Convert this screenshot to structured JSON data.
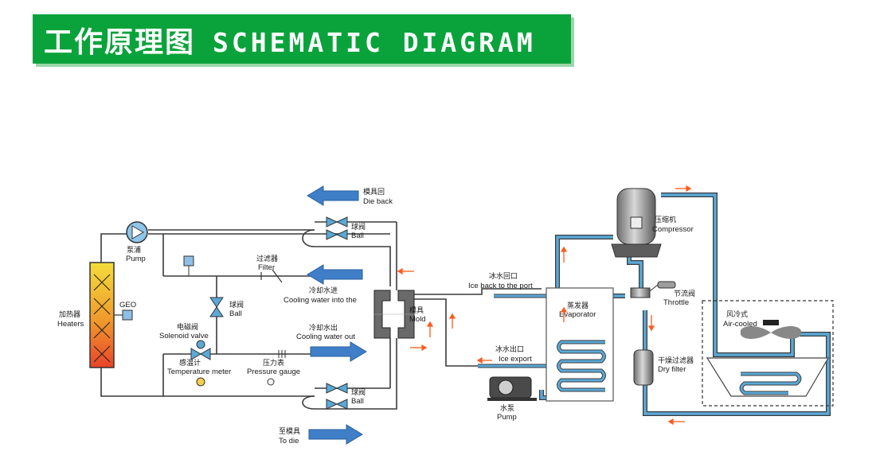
{
  "header": {
    "title_cn": "工作原理图",
    "title_en": "SCHEMATIC DIAGRAM"
  },
  "colors": {
    "banner": "#0aa33b",
    "water_arrow": "#3f7fc8",
    "refrigerant_pipe": "#5aa9d8",
    "flow_marker": "#ff5a1e",
    "heater_top": "#f2dc3a",
    "heater_bottom": "#e8432a"
  },
  "labels": {
    "die_back_cn": "模具回",
    "die_back_en": "Die back",
    "pump_cn": "泵浦",
    "pump_en": "Pump",
    "filter_cn": "过滤器",
    "filter_en": "Filter",
    "cooling_in_cn": "冷却水进",
    "cooling_in_en": "Cooling water into the",
    "ball_cn": "球阀",
    "ball_en": "Ball",
    "ball2_cn": "球阀",
    "ball2_en": "Ball",
    "ball3_cn": "球阀",
    "ball3_en": "Ball",
    "mold_cn": "模具",
    "mold_en": "Mold",
    "heaters_cn": "加热器",
    "heaters_en": "Heaters",
    "geo": "GEO",
    "solenoid_cn": "电磁阀",
    "solenoid_en": "Solenoid valve",
    "cooling_out_cn": "冷却水出",
    "cooling_out_en": "Cooling water out",
    "temp_cn": "感温计",
    "temp_en": "Temperature meter",
    "pressure_cn": "压力表",
    "pressure_en": "Pressure gauge",
    "to_die_cn": "至模具",
    "to_die_en": "To die",
    "ice_back_cn": "冰水回口",
    "ice_back_en": "Ice back to the port",
    "evaporator_cn": "蒸发器",
    "evaporator_en": "Evaporator",
    "ice_export_cn": "冰水出口",
    "ice_export_en": "Ice export",
    "water_pump_cn": "水泵",
    "water_pump_en": "Pump",
    "compressor_cn": "压缩机",
    "compressor_en": "Compressor",
    "throttle_cn": "节流阀",
    "throttle_en": "Throttle",
    "air_cooled_cn": "风冷式",
    "air_cooled_en": "Air-cooled",
    "dry_filter_cn": "干燥过滤器",
    "dry_filter_en": "Dry filter"
  }
}
